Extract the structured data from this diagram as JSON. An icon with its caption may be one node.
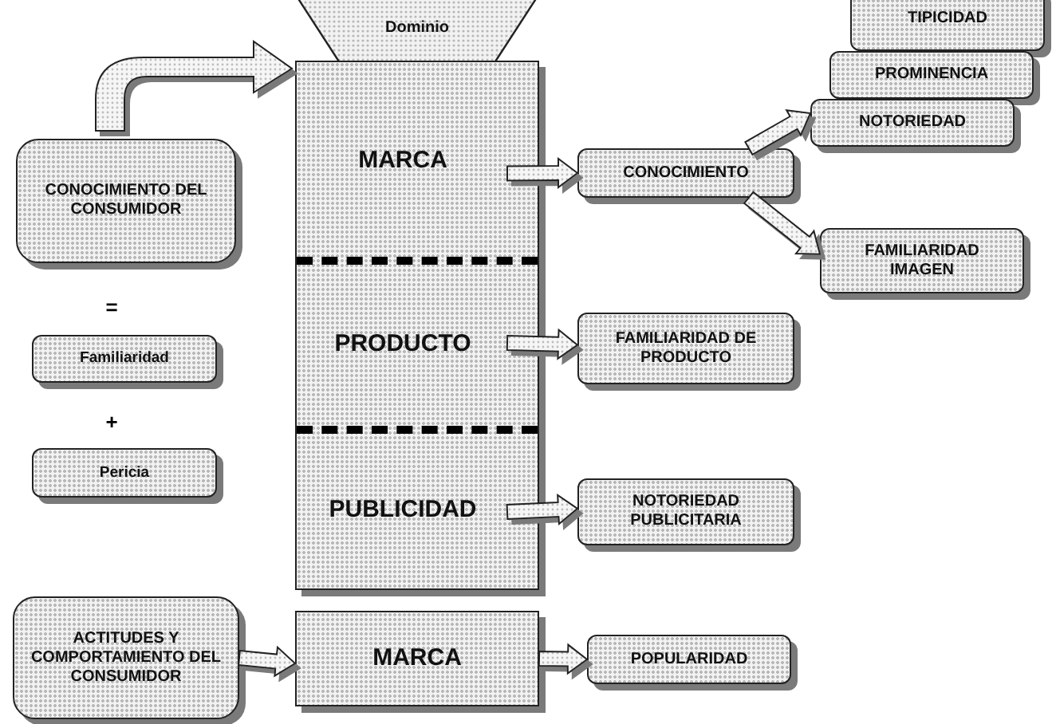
{
  "diagram": {
    "nodes": [
      {
        "text": [
          "Dominio"
        ]
      },
      {
        "text": [],
        "shape": "box"
      },
      {
        "text": [
          "MARCA"
        ],
        "in": 1
      },
      {
        "text": [
          "PRODUCTO"
        ],
        "in": 1
      },
      {
        "text": [
          "PUBLICIDAD"
        ],
        "in": 1
      },
      {
        "text": [
          "CONOCIMIENTO DEL CONSUMIDOR"
        ]
      },
      {
        "text": [
          "Familiaridad"
        ]
      },
      {
        "text": [
          "Pericia"
        ]
      },
      {
        "text": [
          "CONOCIMIENTO"
        ]
      },
      {
        "text": [
          "TIPICIDAD"
        ]
      },
      {
        "text": [
          "PROMINENCIA"
        ]
      },
      {
        "text": [
          "NOTORIEDAD"
        ]
      },
      {
        "text": [
          "FAMILIARIDAD IMAGEN"
        ]
      },
      {
        "text": [
          "FAMILIARIDAD DE PRODUCTO"
        ]
      },
      {
        "text": [
          "NOTORIEDAD PUBLICITARIA"
        ]
      },
      {
        "text": [
          "ACTITUDES Y COMPORTAMIENTO DEL CONSUMIDOR"
        ]
      },
      {
        "text": [
          "MARCA"
        ]
      },
      {
        "text": [
          "POPULARIDAD"
        ]
      }
    ],
    "edges": [
      {
        "from": null,
        "to": 1,
        "arrow": "to"
      },
      {
        "from": 2,
        "to": 8,
        "arrow": "to"
      },
      {
        "from": 8,
        "to": 11,
        "arrow": "to"
      },
      {
        "from": 8,
        "to": 12,
        "arrow": "to"
      },
      {
        "from": 3,
        "to": 13,
        "arrow": "to"
      },
      {
        "from": 4,
        "to": 14,
        "arrow": "to"
      },
      {
        "from": 15,
        "to": 16,
        "arrow": "to"
      },
      {
        "from": 16,
        "to": 17,
        "arrow": "to"
      }
    ],
    "labels": [
      "=",
      "+"
    ]
  }
}
